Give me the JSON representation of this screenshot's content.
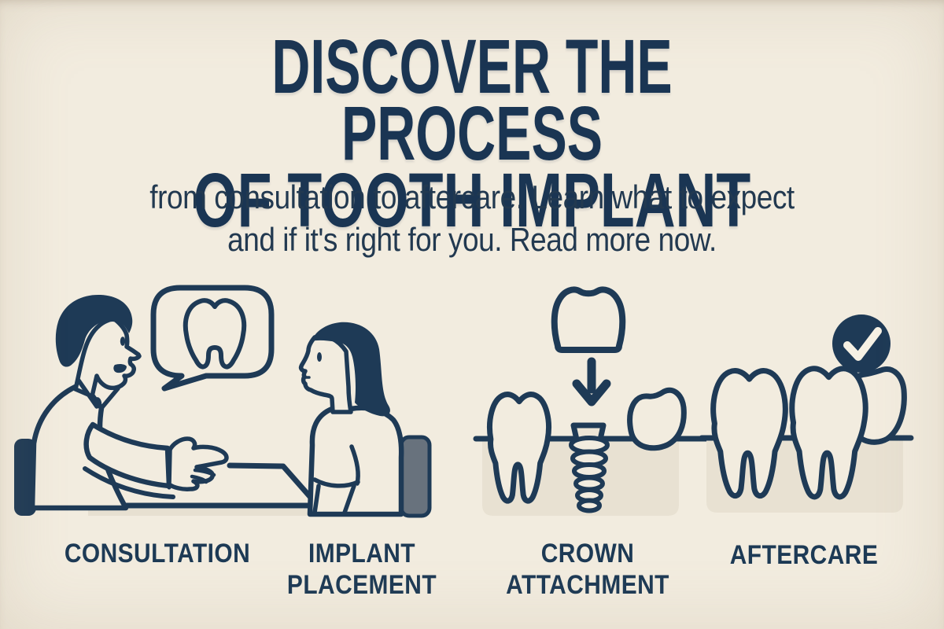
{
  "header": {
    "title_line1": "DISCOVER THE PROCESS",
    "title_line2": "OF TOOTH IMPLANT",
    "subtitle_line1": "from consultation to aftercare. Learn what to expect",
    "subtitle_line2": "and if it's right for you. Read more now."
  },
  "steps": [
    {
      "id": "consultation",
      "label_lines": [
        "CONSULTATION"
      ],
      "illustration": "dentist-and-patient-talking-with-tooth-speech-bubble"
    },
    {
      "id": "implant-placement",
      "label_lines": [
        "IMPLANT",
        "PLACEMENT"
      ],
      "illustration": "dentist-and-patient-talking-with-tooth-speech-bubble"
    },
    {
      "id": "crown-attachment",
      "label_lines": [
        "CROWN",
        "ATTACHMENT"
      ],
      "illustration": "crown-lowering-onto-implant-screw-between-teeth"
    },
    {
      "id": "aftercare",
      "label_lines": [
        "AFTERCARE"
      ],
      "illustration": "row-of-healthy-teeth-with-checkmark"
    }
  ],
  "colors": {
    "background": "#f2ecdf",
    "ink_navy": "#1e3a56",
    "heading_navy": "#1a3553",
    "gum_beige": "#e8e1d2",
    "chair_gray": "#68727d",
    "check_mark": "#f6f1e4"
  }
}
